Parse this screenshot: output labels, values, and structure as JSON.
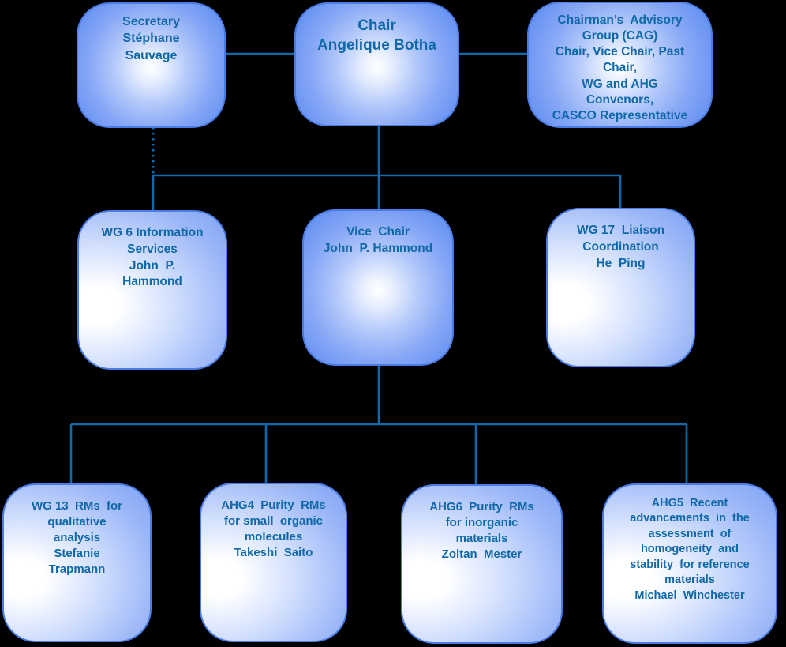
{
  "colors": {
    "background": "#000000",
    "connector_line": "#1169ab",
    "node_text": "#1068a6",
    "node_border": "#4b7ce5",
    "node_fill_edge": "#6e97f3",
    "node_fill_center": "#ffffff"
  },
  "nodes": {
    "secretary": {
      "label": "Secretary\nStéphane\nSauvage"
    },
    "chair": {
      "label": "Chair\nAngelique Botha"
    },
    "cag": {
      "label": "Chairman’s  Advisory\nGroup (CAG)\nChair, Vice Chair, Past\nChair,\nWG and AHG\nConvenors,\nCASCO Representative"
    },
    "wg6": {
      "label": "WG 6 Information\nServices\nJohn  P.\nHammond"
    },
    "vice_chair": {
      "label": "Vice  Chair\nJohn  P. Hammond"
    },
    "wg17": {
      "label": "WG 17  Liaison\nCoordination\nHe  Ping"
    },
    "wg13": {
      "label": "WG 13  RMs  for\nqualitative\nanalysis\nStefanie\nTrapmann"
    },
    "ahg4": {
      "label": "AHG4  Purity  RMs\nfor small  organic\nmolecules\nTakeshi  Saito"
    },
    "ahg6": {
      "label": "AHG6  Purity  RMs\nfor inorganic\nmaterials\nZoltan  Mester"
    },
    "ahg5": {
      "label": "AHG5  Recent\nadvancements  in  the\nassessment  of\nhomogeneity  and\nstability  for reference\nmaterials\nMichael  Winchester"
    }
  },
  "edges": [
    {
      "from": "secretary",
      "to": "chair",
      "style": "solid"
    },
    {
      "from": "chair",
      "to": "cag",
      "style": "solid"
    },
    {
      "from": "chair",
      "to": "vice_chair",
      "style": "solid"
    },
    {
      "from": "chair",
      "to": "wg6",
      "style": "solid"
    },
    {
      "from": "chair",
      "to": "wg17",
      "style": "solid"
    },
    {
      "from": "secretary",
      "to": "wg-branch",
      "style": "dotted"
    },
    {
      "from": "vice_chair",
      "to": "wg13",
      "style": "solid"
    },
    {
      "from": "vice_chair",
      "to": "ahg4",
      "style": "solid"
    },
    {
      "from": "vice_chair",
      "to": "ahg6",
      "style": "solid"
    },
    {
      "from": "vice_chair",
      "to": "ahg5",
      "style": "solid"
    }
  ]
}
